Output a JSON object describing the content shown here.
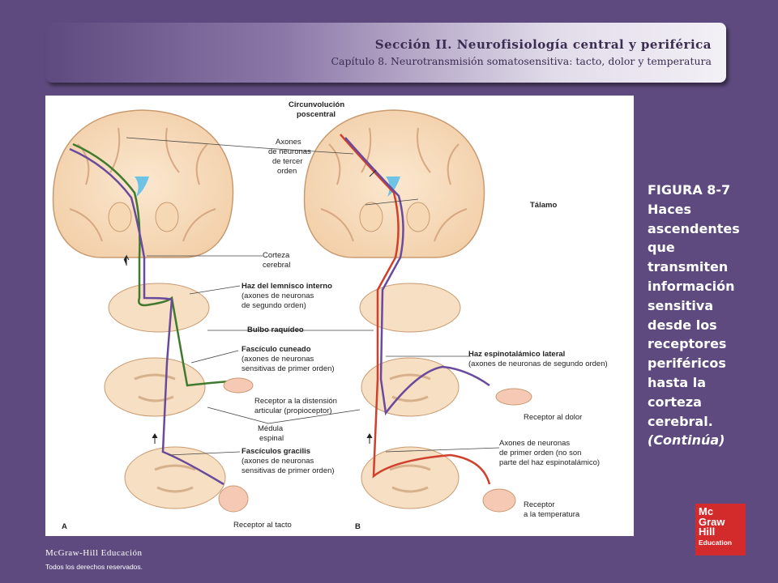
{
  "header": {
    "section": "Sección II. Neurofisiología central y periférica",
    "chapter": "Capítulo 8. Neurotransmisión somatosensitiva: tacto, dolor y temperatura"
  },
  "figure": {
    "panel_a": "A",
    "panel_b": "B",
    "labels": {
      "circunvolucion_1": "Circunvolución",
      "circunvolucion_2": "poscentral",
      "axones_tercer_1": "Axones",
      "axones_tercer_2": "de neuronas",
      "axones_tercer_3": "de tercer",
      "axones_tercer_4": "orden",
      "talamo": "Tálamo",
      "corteza_1": "Corteza",
      "corteza_2": "cerebral",
      "lemnisco_1": "Haz del lemnisco interno",
      "lemnisco_2": "(axones de neuronas",
      "lemnisco_3": "de segundo orden)",
      "bulbo": "Bulbo raquídeo",
      "cuneado_1": "Fascículo cuneado",
      "cuneado_2": "(axones de neuronas",
      "cuneado_3": "sensitivas de primer orden)",
      "espinotalamico_1": "Haz espinotalámico lateral",
      "espinotalamico_2": "(axones de neuronas de segundo orden)",
      "distension_1": "Receptor a la distensión",
      "distension_2": "articular (propioceptor)",
      "dolor": "Receptor al dolor",
      "medula_1": "Médula",
      "medula_2": "espinal",
      "gracilis_1": "Fascículos gracilis",
      "gracilis_2": "(axones de neuronas",
      "gracilis_3": "sensitivas de primer orden)",
      "primer_orden_1": "Axones de neuronas",
      "primer_orden_2": "de primer orden (no son",
      "primer_orden_3": "parte del haz espinotalámico)",
      "temperatura_1": "Receptor",
      "temperatura_2": "a la temperatura",
      "tacto": "Receptor al tacto"
    }
  },
  "caption": {
    "title": "FIGURA 8-7",
    "text": "Haces ascendentes que transmiten información sensitiva desde los receptores periféricos hasta la corteza cerebral.",
    "continua": "(Continúa)"
  },
  "footer": {
    "publisher": "McGraw-Hill Educación",
    "rights": "Todos los derechos reservados."
  },
  "logo": {
    "line1": "Mc",
    "line2": "Graw",
    "line3": "Hill",
    "line4": "Education"
  },
  "colors": {
    "background": "#5e4a7e",
    "logo_red": "#d32b2b",
    "tract_green": "#3f7a2e",
    "tract_purple": "#6a4a9c",
    "tract_red": "#d0402c"
  }
}
